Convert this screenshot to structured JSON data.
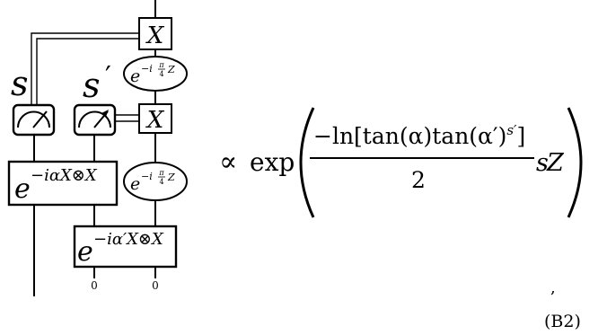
{
  "circuit": {
    "label_s": "s",
    "label_s_prime": "s",
    "prime_mark": "′",
    "gate_x_top": "X",
    "gate_x_mid": "X",
    "phase_top": {
      "base": "e",
      "exp_sign": "−i",
      "frac_num": "π",
      "frac_den": "4",
      "op": "Z"
    },
    "phase_bottom": {
      "base": "e",
      "exp_sign": "−i",
      "frac_num": "π",
      "frac_den": "4",
      "op": "Z"
    },
    "gate_xx_left": {
      "base": "e",
      "exp": "−iαX⊗X"
    },
    "gate_xx_right": {
      "base": "e",
      "exp": "−iα′X⊗X"
    },
    "output_label_1": "0",
    "output_label_2": "0",
    "meter_icon": "measurement-meter-icon"
  },
  "equation": {
    "proportional": "∝",
    "function": "exp",
    "numerator": "−ln[tan(α)tan(α′)",
    "numerator_sup": "s′",
    "numerator_close": "]",
    "denominator": "2",
    "trailing_s": "s",
    "trailing_z": "Z"
  },
  "trailing_comma": ",",
  "equation_number": "(B2)"
}
